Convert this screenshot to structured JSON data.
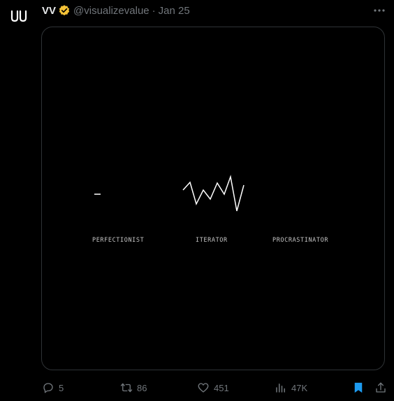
{
  "author": {
    "display_name": "VV",
    "handle": "@visualizevalue",
    "separator": "·",
    "date": "Jan 25"
  },
  "media": {
    "labels": {
      "perfectionist": "PERFECTIONIST",
      "iterator": "ITERATOR",
      "procrastinator": "PROCRASTINATOR"
    }
  },
  "actions": {
    "replies": "5",
    "reposts": "86",
    "likes": "451",
    "views": "47K"
  },
  "colors": {
    "background": "#000000",
    "text_primary": "#e7e9ea",
    "text_secondary": "#71767b",
    "verified_badge": "#f4c237",
    "bookmark_active": "#1d9bf0",
    "border": "#2f3336"
  },
  "icons": {
    "avatar": "vv-logo",
    "verified": "verified-badge-icon",
    "more": "more-icon",
    "reply": "reply-icon",
    "repost": "repost-icon",
    "like": "heart-icon",
    "views": "views-icon",
    "bookmark": "bookmark-icon",
    "share": "share-icon"
  }
}
